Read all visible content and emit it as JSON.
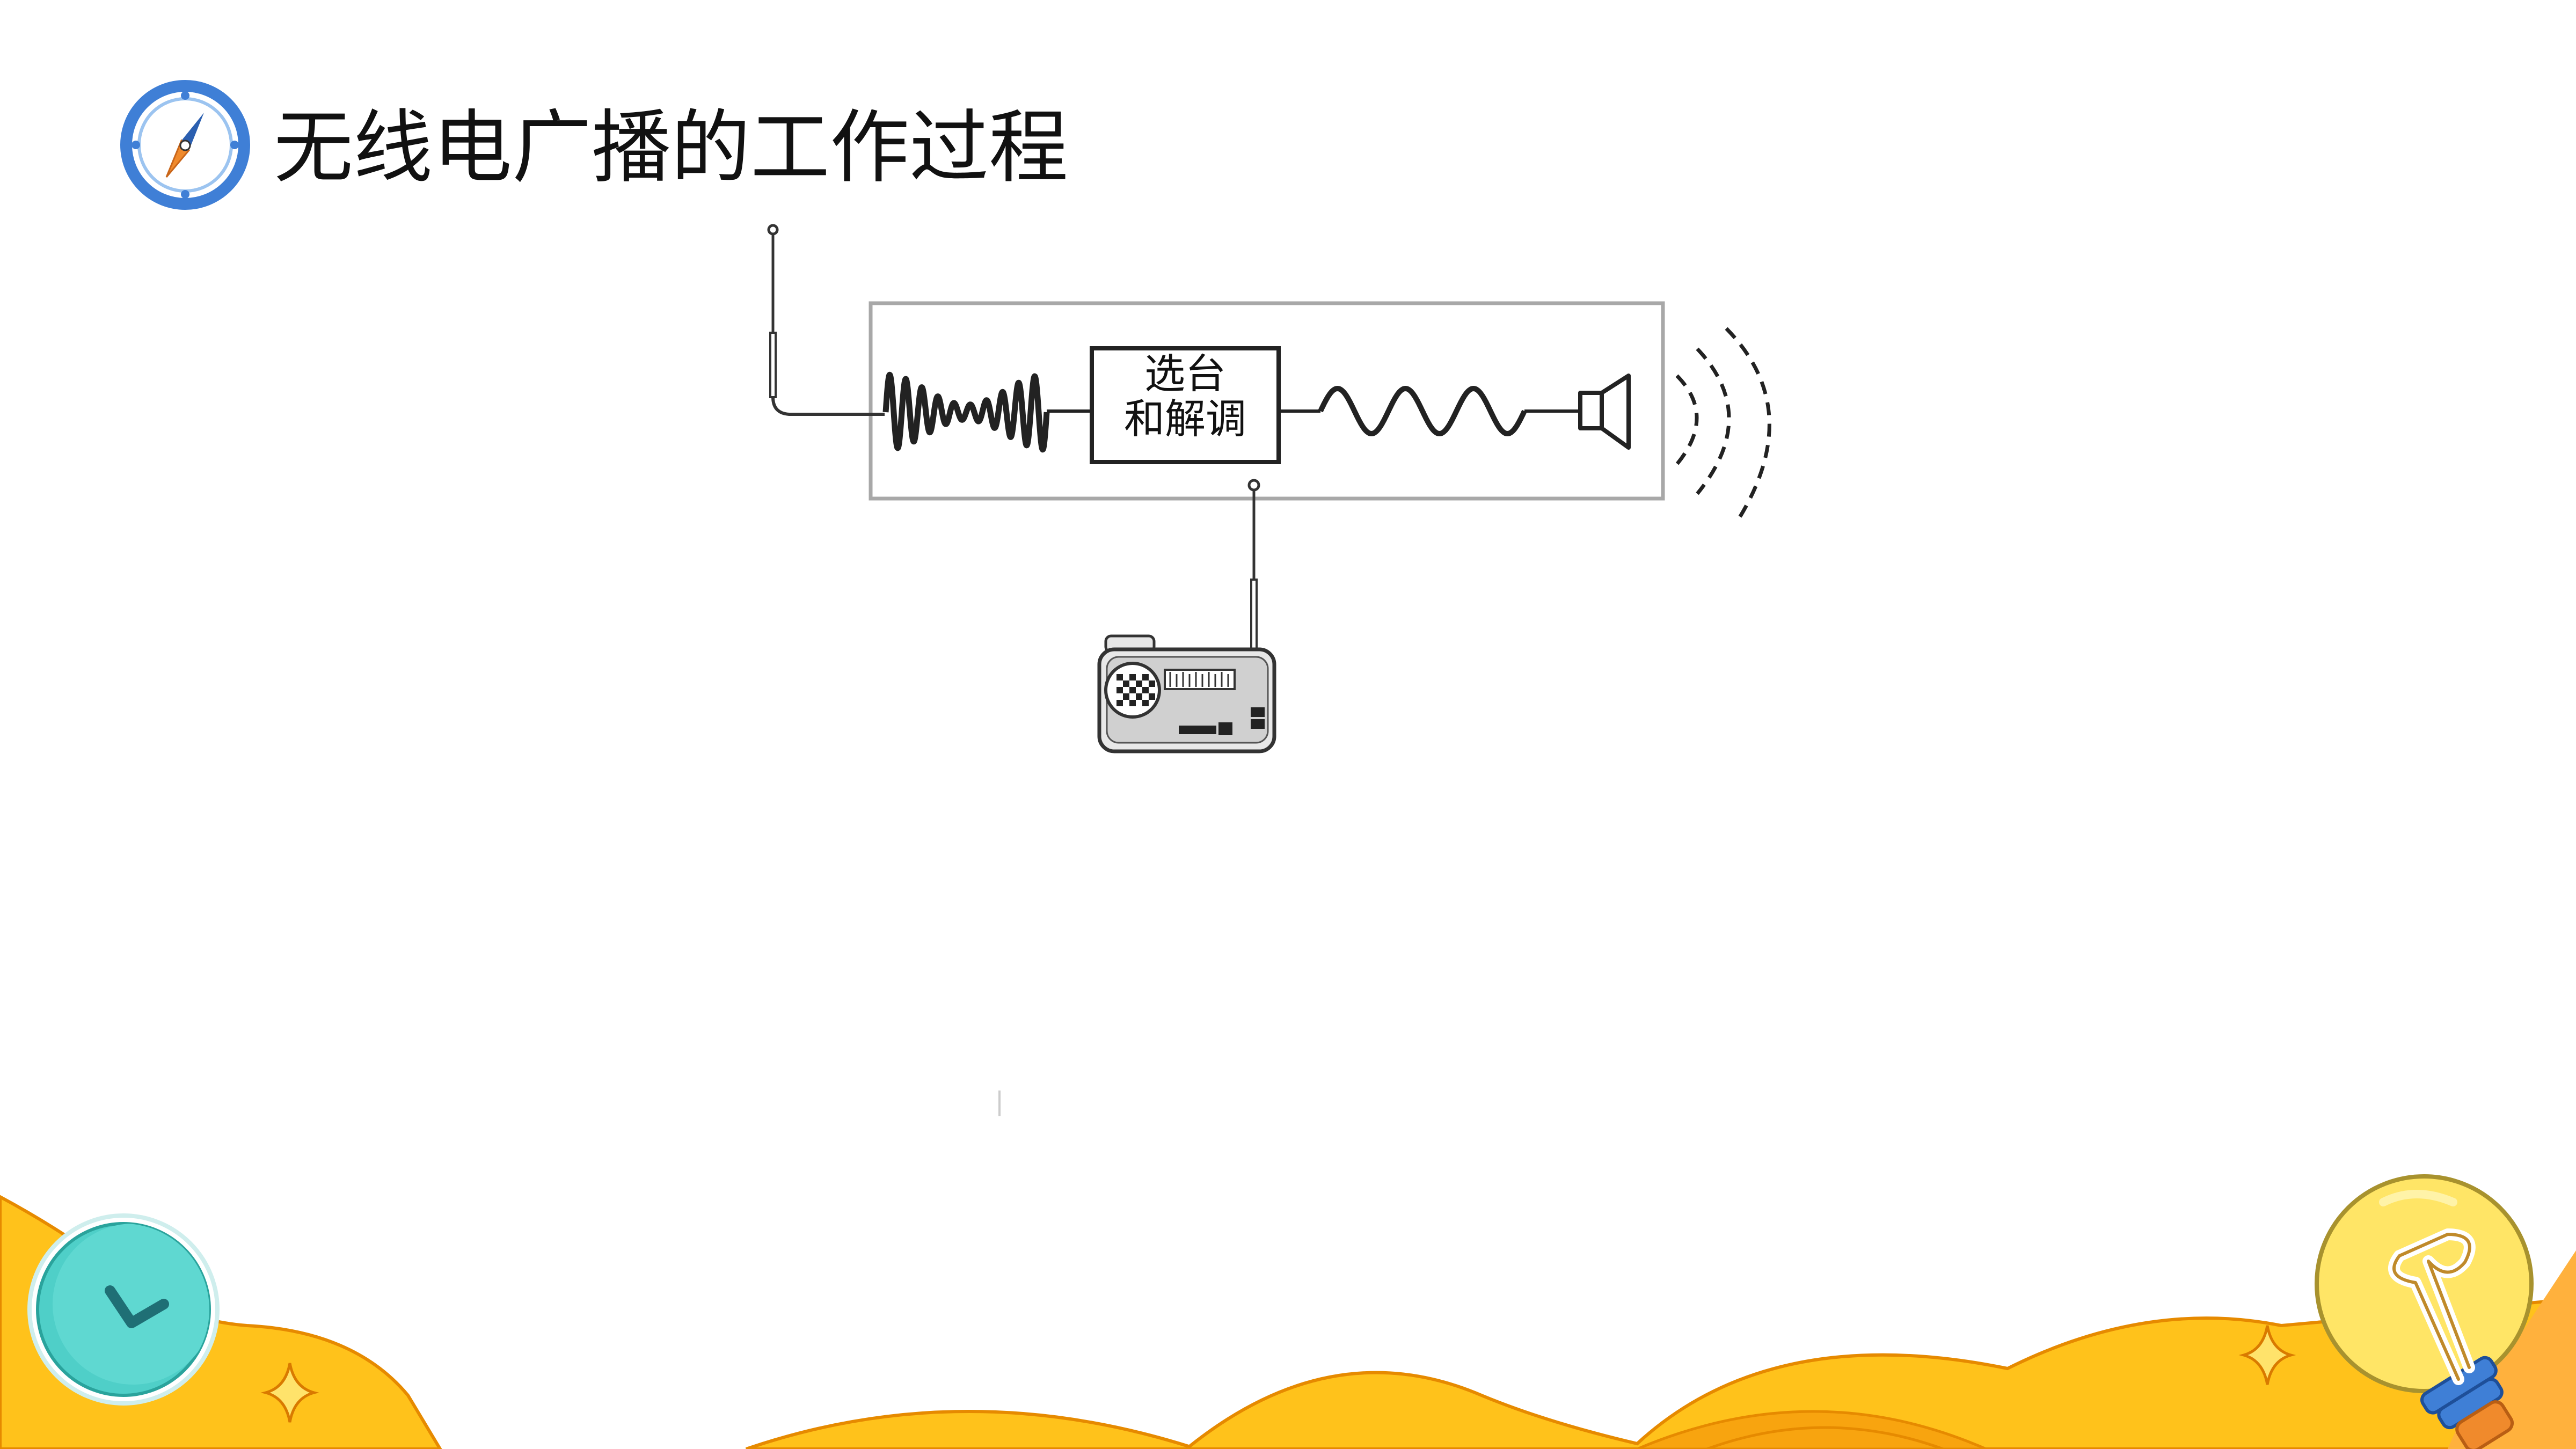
{
  "slide": {
    "title": "无线电广播的工作过程",
    "title_icon": "compass-icon"
  },
  "diagram": {
    "block_label_line1": "选台",
    "block_label_line2": "和解调",
    "components": [
      "receiving-antenna",
      "radio-frequency-wave",
      "tuning-demodulation-block",
      "audio-wave",
      "speaker",
      "sound-waves",
      "radio-receiver"
    ]
  },
  "decorations": {
    "icons": [
      "clock-icon",
      "sparkle-icon",
      "light-bulb-icon"
    ]
  },
  "colors": {
    "compass_ring": "#3f7fd6",
    "wave_orange": "#ffc21b",
    "wave_dark": "#f59a10",
    "clock_teal": "#4fcfc8",
    "bulb_yellow": "#ffe566",
    "frame_gray": "#a8a8a8"
  }
}
